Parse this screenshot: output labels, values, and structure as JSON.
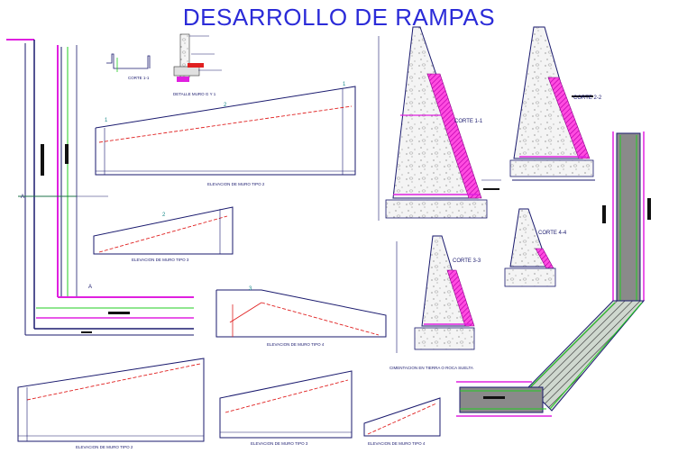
{
  "title": "DESARROLLO DE RAMPAS",
  "labels": {
    "corte_1_1": "CORTE 1-1",
    "corte_2_2": "CORTE 2-2",
    "corte_3_3": "CORTE 3-3",
    "corte_4_4": "CORTE 4-4",
    "corte_small": "CORTE 1-1",
    "detalle_muro": "DETALLE MURO G Y 1",
    "elev_tipo_2_a": "ELEVACION DE MURO TIPO 2",
    "elev_tipo_3_a": "ELEVACION DE MURO TIPO 3",
    "elev_tipo_4_a": "ELEVACION DE MURO TIPO 4",
    "elev_tipo_2_b": "ELEVACION DE MURO TIPO 2",
    "elev_tipo_3_b": "ELEVACION DE MURO TIPO 3",
    "elev_tipo_4_b": "ELEVACION DE MURO TIPO 4",
    "cimentacion": "CIMENTACION EN TIERRA O ROCA SUELTA"
  },
  "colors": {
    "title": "#2b2bd8",
    "outline": "#1a1a6e",
    "magenta": "#e020e0",
    "green": "#22cc22",
    "red_dash": "#e02020",
    "hatch": "#ff2bd6"
  }
}
